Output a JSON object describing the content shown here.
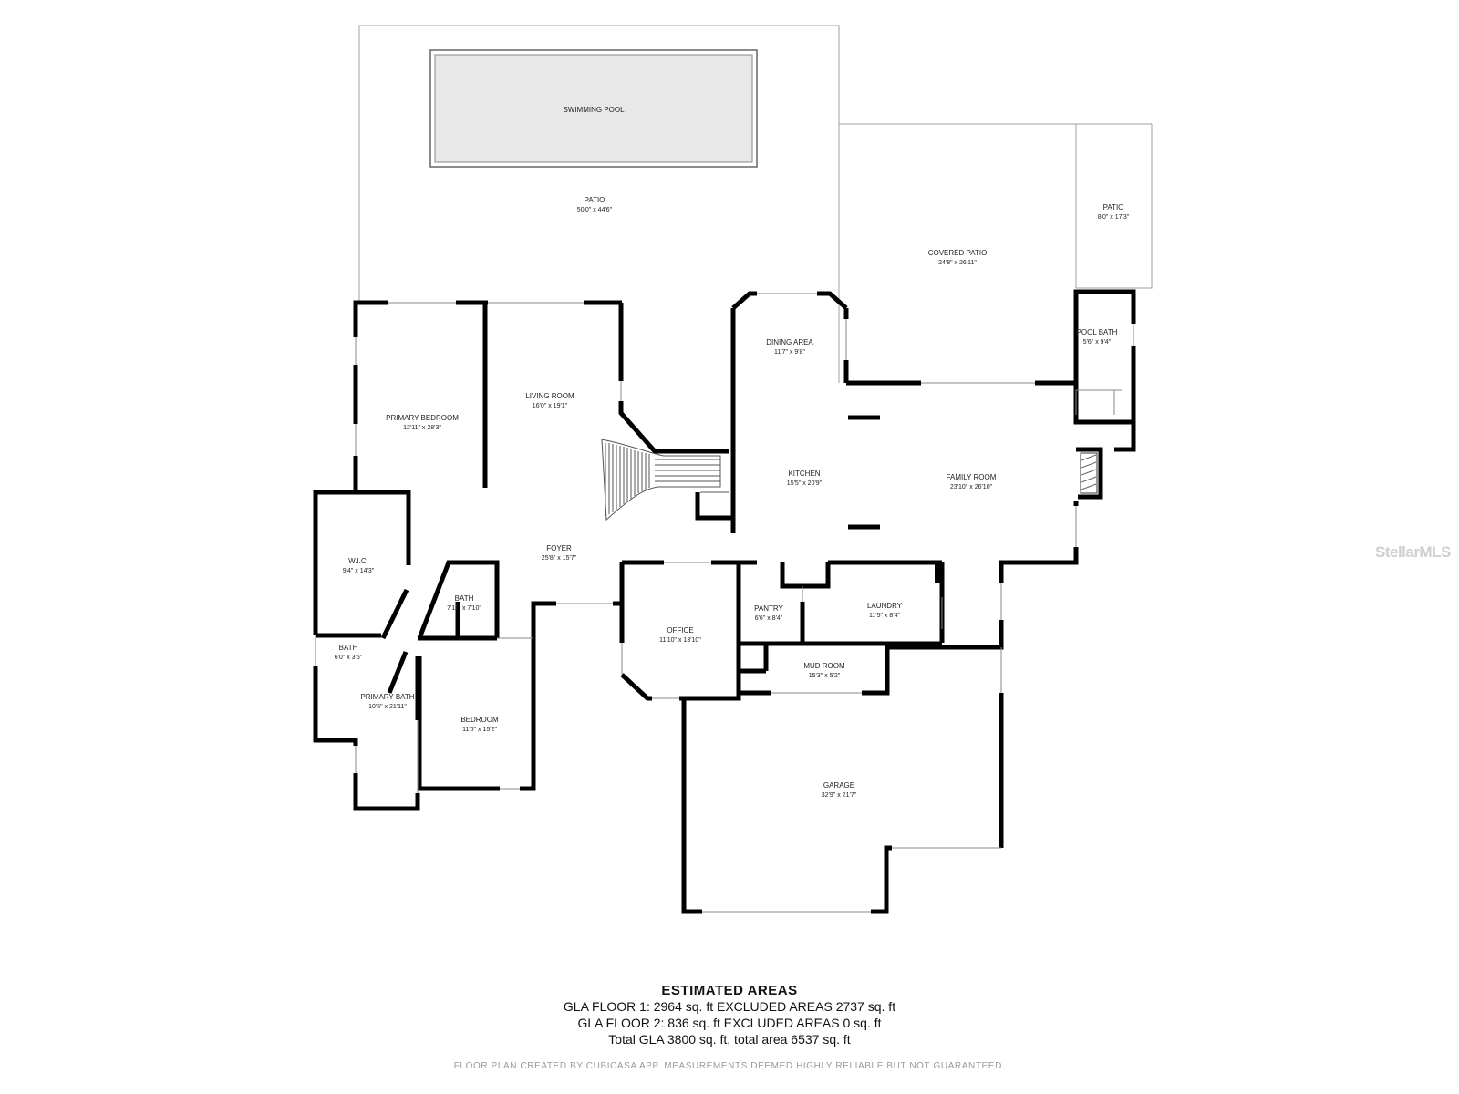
{
  "pool": {
    "label": "SWIMMING POOL"
  },
  "rooms": [
    {
      "id": "patio-main",
      "name": "PATIO",
      "dim": "50'0\" x 44'6\""
    },
    {
      "id": "covered-patio",
      "name": "COVERED PATIO",
      "dim": "24'8\" x 26'11\""
    },
    {
      "id": "patio-side",
      "name": "PATIO",
      "dim": "8'0\" x 17'3\""
    },
    {
      "id": "pool-bath",
      "name": "POOL BATH",
      "dim": "5'6\" x 9'4\""
    },
    {
      "id": "dining-area",
      "name": "DINING AREA",
      "dim": "11'7\" x 9'8\""
    },
    {
      "id": "living-room",
      "name": "LIVING ROOM",
      "dim": "16'0\" x 19'1\""
    },
    {
      "id": "primary-bedroom",
      "name": "PRIMARY BEDROOM",
      "dim": "12'11\" x 28'3\""
    },
    {
      "id": "kitchen",
      "name": "KITCHEN",
      "dim": "15'5\" x 20'9\""
    },
    {
      "id": "family-room",
      "name": "FAMILY ROOM",
      "dim": "23'10\" x 26'10\""
    },
    {
      "id": "wic",
      "name": "W.I.C.",
      "dim": "9'4\" x 14'3\""
    },
    {
      "id": "foyer",
      "name": "FOYER",
      "dim": "25'8\" x 15'7\""
    },
    {
      "id": "bath-1",
      "name": "BATH",
      "dim": "7'11\" x 7'10\""
    },
    {
      "id": "pantry",
      "name": "PANTRY",
      "dim": "6'6\" x 8'4\""
    },
    {
      "id": "laundry",
      "name": "LAUNDRY",
      "dim": "11'5\" x 8'4\""
    },
    {
      "id": "office",
      "name": "OFFICE",
      "dim": "11'10\" x 13'10\""
    },
    {
      "id": "bath-2",
      "name": "BATH",
      "dim": "6'0\" x 3'5\""
    },
    {
      "id": "mud-room",
      "name": "MUD ROOM",
      "dim": "15'3\" x 5'2\""
    },
    {
      "id": "primary-bath",
      "name": "PRIMARY BATH",
      "dim": "10'5\" x 21'11\""
    },
    {
      "id": "bedroom",
      "name": "BEDROOM",
      "dim": "11'6\" x 15'2\""
    },
    {
      "id": "garage",
      "name": "GARAGE",
      "dim": "32'9\" x 21'7\""
    }
  ],
  "areas": {
    "title": "ESTIMATED AREAS",
    "floor1": "GLA FLOOR 1: 2964 sq. ft EXCLUDED AREAS 2737 sq. ft",
    "floor2": "GLA FLOOR 2: 836 sq. ft EXCLUDED AREAS 0 sq. ft",
    "total": "Total GLA 3800 sq. ft, total area 6537 sq. ft"
  },
  "disclaimer": "FLOOR PLAN CREATED BY CUBICASA APP. MEASUREMENTS DEEMED HIGHLY RELIABLE BUT NOT GUARANTEED.",
  "watermark": "StellarMLS",
  "colors": {
    "wall": "#000000",
    "thin_line": "#9a9a9a",
    "pool_fill": "#e8e8e8"
  }
}
